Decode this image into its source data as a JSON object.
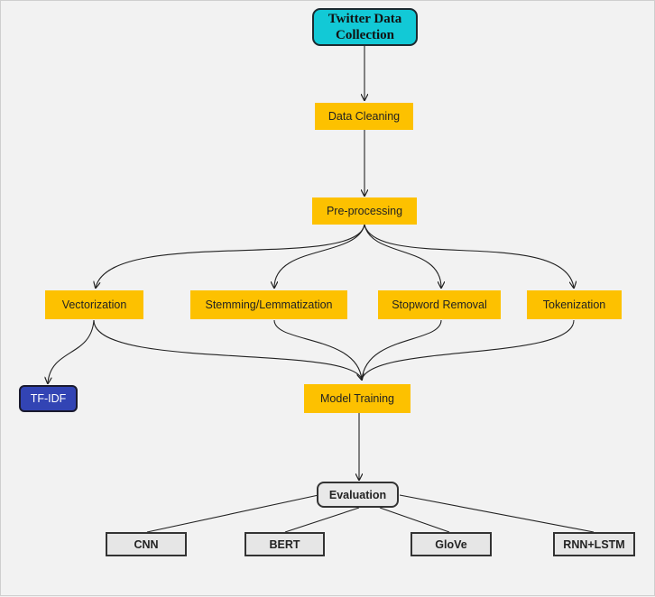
{
  "nodes": {
    "twitter_data_collection": "Twitter Data Collection",
    "data_cleaning": "Data Cleaning",
    "preprocessing": "Pre-processing",
    "vectorization": "Vectorization",
    "stemming": "Stemming/Lemmatization",
    "stopword_removal": "Stopword Removal",
    "tokenization": "Tokenization",
    "tfidf": "TF-IDF",
    "model_training": "Model Training",
    "evaluation": "Evaluation",
    "cnn": "CNN",
    "bert": "BERT",
    "glove": "GloVe",
    "rnn_lstm": "RNN+LSTM"
  },
  "colors": {
    "start_fill": "#12c9d6",
    "process_fill": "#fdc100",
    "tfidf_fill": "#3244b4",
    "eval_fill": "#e9e9e9",
    "model_fill": "#e6e6e6",
    "background": "#f2f2f2"
  }
}
